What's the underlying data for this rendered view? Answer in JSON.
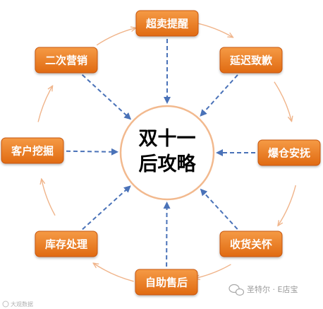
{
  "center": {
    "lines": [
      "双十一",
      "后攻略"
    ]
  },
  "nodes": [
    {
      "id": "chaomai",
      "label": "超卖提醒"
    },
    {
      "id": "yanchi",
      "label": "延迟致歉"
    },
    {
      "id": "baocang",
      "label": "爆仓安抚"
    },
    {
      "id": "shouhuo",
      "label": "收货关怀"
    },
    {
      "id": "zizhu",
      "label": "自助售后"
    },
    {
      "id": "kucun",
      "label": "库存处理"
    },
    {
      "id": "kehu",
      "label": "客户挖掘"
    },
    {
      "id": "erci",
      "label": "二次营销"
    }
  ],
  "colors": {
    "node_top": "#f59a45",
    "node_bottom": "#e06a12",
    "center_ring": "#f2b98e",
    "dash_arrow": "#4a72b8",
    "cycle_arrow": "#f0b48a"
  },
  "watermarks": {
    "left": "大观数据",
    "right": "圣特尔 · E店宝"
  }
}
